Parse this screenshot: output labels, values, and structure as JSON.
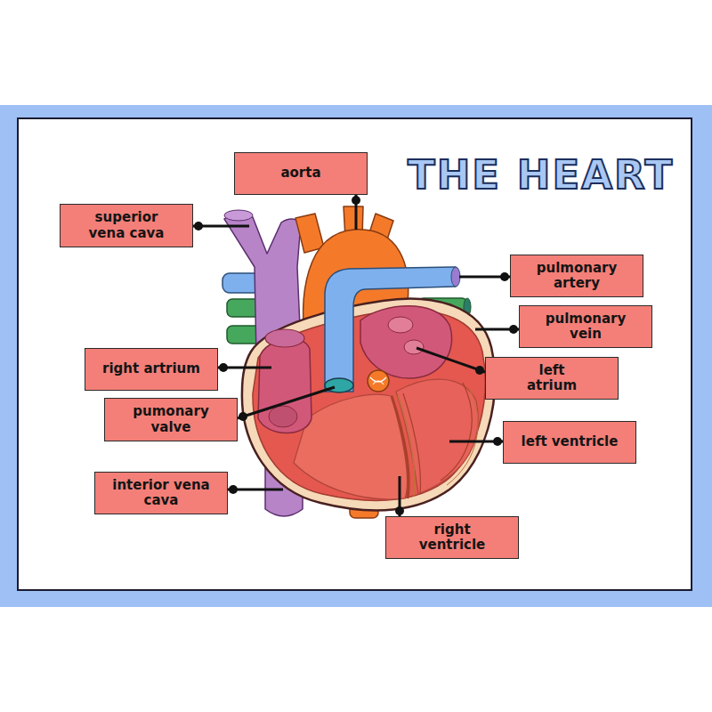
{
  "diagram": {
    "title": "THE HEART",
    "nodes": [
      {
        "text": [
          "aorta"
        ]
      },
      {
        "text": [
          "superior vena cava"
        ]
      },
      {
        "text": [
          "pulmonary artery"
        ]
      },
      {
        "text": [
          "pulmonary vein"
        ]
      },
      {
        "text": [
          "right artrium"
        ]
      },
      {
        "text": [
          "left atrium"
        ]
      },
      {
        "text": [
          "pumonary valve"
        ]
      },
      {
        "text": [
          "left ventricle"
        ]
      },
      {
        "text": [
          "interior vena cava"
        ]
      },
      {
        "text": [
          "right ventricle"
        ]
      }
    ]
  }
}
